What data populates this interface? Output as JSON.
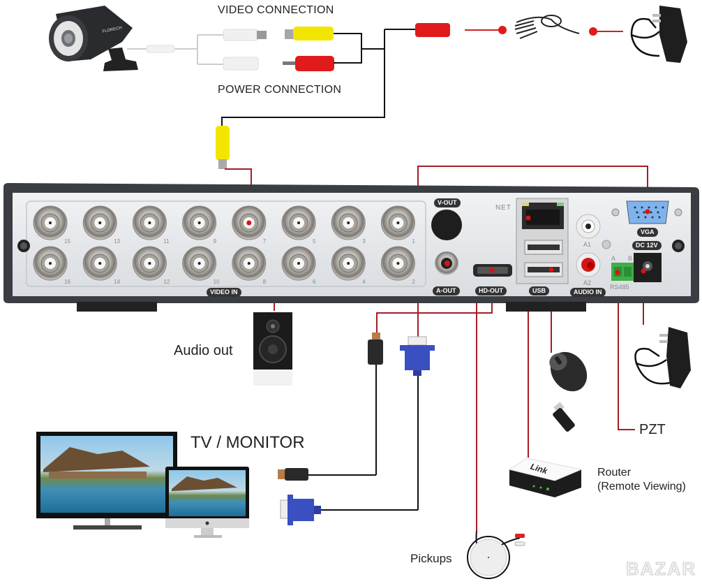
{
  "title": "DVR Connection Diagram",
  "camera": {
    "brand": "FLORECH",
    "labels": {
      "video": "VIDEO CONNECTION",
      "power": "POWER CONNECTION"
    }
  },
  "dvr": {
    "video_in_label": "VIDEO IN",
    "bnc_top": [
      "15",
      "13",
      "11",
      "9",
      "7",
      "5",
      "3",
      "1"
    ],
    "bnc_bottom": [
      "16",
      "14",
      "12",
      "10",
      "8",
      "6",
      "4",
      "2"
    ],
    "ports": {
      "v_out": "V-OUT",
      "a_out": "A-OUT",
      "hd_out": "HD-OUT",
      "net": "NET",
      "usb": "USB",
      "a1": "A1",
      "a2": "A2",
      "audio_in": "AUDIO IN",
      "vga": "VGA",
      "dc12v": "DC 12V",
      "rs485": "RS485",
      "rs485_a": "A",
      "rs485_b": "B"
    }
  },
  "peripherals": {
    "audio_out": "Audio out",
    "tv_monitor": "TV / MONITOR",
    "pzt": "PZT",
    "router": "Router",
    "router_sub": "(Remote Viewing)",
    "router_brand": "Link",
    "pickups": "Pickups"
  },
  "colors": {
    "wire_red": "#a51d24",
    "wire_black": "#111111",
    "rca_yellow": "#f2e600",
    "rca_red": "#e01b1b",
    "vga_blue": "#3a4fc0",
    "panel": "#e9ebee",
    "chassis": "#3a3d42"
  },
  "watermark": "BAZAR"
}
